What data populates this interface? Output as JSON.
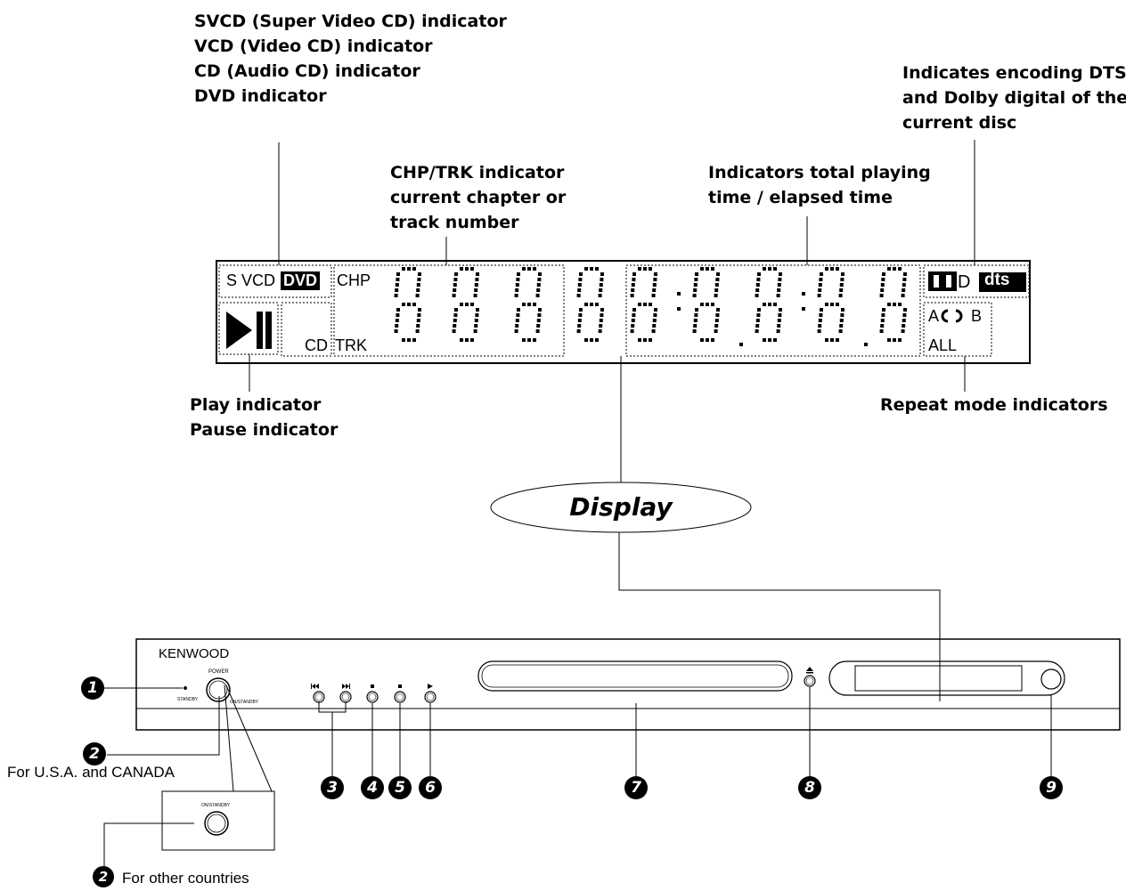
{
  "labels": {
    "disc_types": [
      "SVCD (Super Video CD) indicator",
      "VCD (Video CD) indicator",
      "CD (Audio CD) indicator",
      "DVD indicator"
    ],
    "chp_trk": [
      "CHP/TRK indicator",
      "current chapter or",
      "track number"
    ],
    "time": [
      "Indicators total playing",
      "time / elapsed time"
    ],
    "encoding": [
      "Indicates encoding DTS",
      "and Dolby digital of the",
      "current disc"
    ],
    "play_pause": [
      "Play indicator",
      "Pause indicator"
    ],
    "repeat": "Repeat mode  indicators",
    "display_callout": "Display",
    "usa_canada": "For U.S.A. and CANADA",
    "other_countries": "For other countries"
  },
  "lcd": {
    "s_vcd": "S VCD",
    "dvd": "DVD",
    "cd": "CD",
    "chp": "CHP",
    "trk": "TRK",
    "repeat_a": "A",
    "repeat_b": "B",
    "repeat_all": "ALL",
    "dolby_d": "D",
    "dts": "dts"
  },
  "panel": {
    "brand": "KENWOOD",
    "power": "POWER",
    "standby": "STANDBY",
    "on_standby": "ON/STANDBY",
    "inset_on_standby": "ON/STANDBY"
  },
  "callouts": [
    "1",
    "2",
    "2",
    "3",
    "4",
    "5",
    "6",
    "7",
    "8",
    "9"
  ]
}
